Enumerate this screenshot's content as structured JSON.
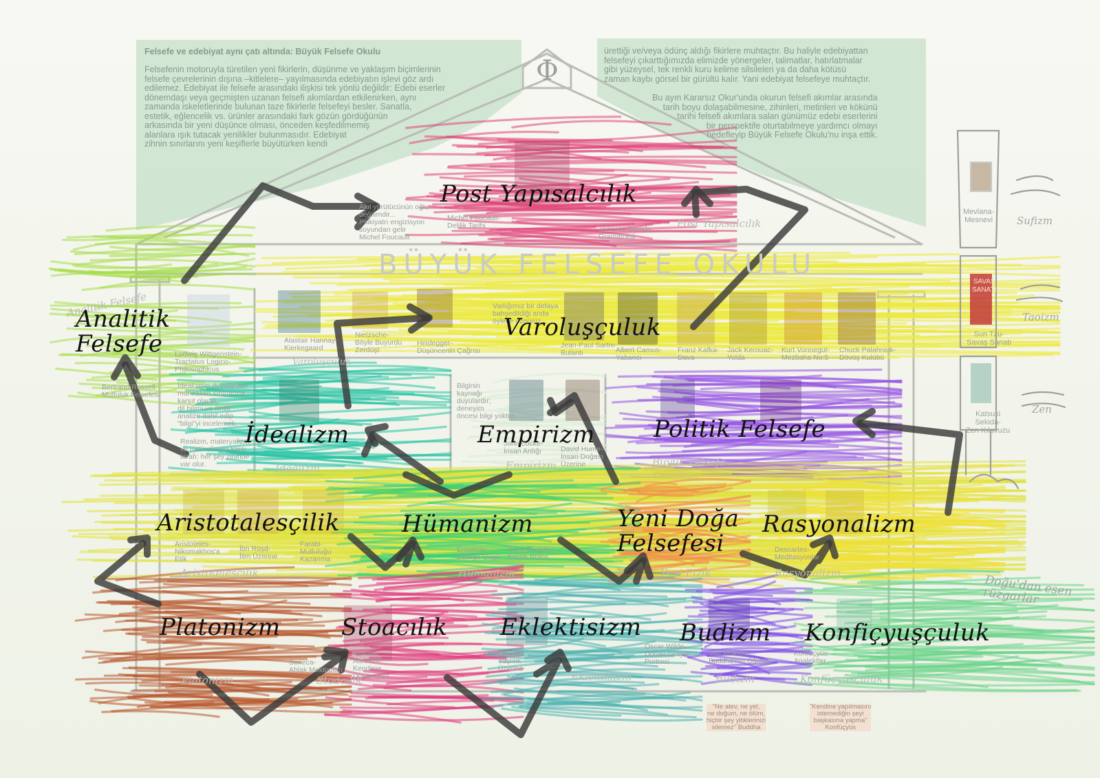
{
  "top_left_panel": {
    "title": "Felsefe ve edebiyat aynı çatı altında: Büyük Felsefe Okulu",
    "body": "Felsefenin motoruyla türetilen yeni fikirlerin, düşünme ve yaklaşım biçimlerinin\nfelsefe çevrelerinin dışına –kitlelere– yayılmasında edebiyatın işlevi göz ardı\nedilemez. Edebiyat ile felsefe arasındaki ilişkisi tek yönlü değildir: Edebi eserler\ndönemdaşı veya geçmişten uzanan felsefi akımlardan etkilenirken, aynı\nzamanda iskeletlerinde bulunan taze fikirlerle felsefeyi besler. Sanatla,\nestetik, eğlencelik vs. ürünler arasındaki fark gözün gördüğünün\narkasında bir yeni düşünce olması, önceden keşfedilmemiş\nalanlara ışık tutacak yenilikler bulunmasıdır. Edebiyat\nzihnin sınırlarını yeni keşiflerle büyütürken kendi"
  },
  "top_right_panel": {
    "body1": "ürettiği ve/veya ödünç aldığı fikirlere muhtaçtır. Bu haliyle edebiyattan\nfelsefeyi çıkarttığımızda elimizde yönergeler, talimatlar, hatırlatmalar\ngibi yüzeysel, tek renkli kuru kelime silsileleri ya da daha kötüsü\nzaman kaybı görsel bir gürültü kalır. Yani edebiyat felsefeye muhtaçtır.",
    "body2": "Bu ayın Kararsız Okur'unda okurun felsefi akımlar arasında\ntarih boyu dolaşabilmesine, zihinleri, metinleri ve kökünü\ntarihi felsefi akımlara salan günümüz edebi eserlerini\nbir perspektife oturtabilmeye yardımcı olmayı\nhedefleyip Büyük Felsefe Okulu'nu inşa ettik."
  },
  "building": {
    "phi": "Φ",
    "title": "BÜYÜK FELSEFE OKULU"
  },
  "schools": [
    {
      "id": "post-yapisalcilik",
      "label": "Post Yapısalcılık",
      "color": "#e0457a"
    },
    {
      "id": "varoluculuk",
      "label": "Varoluşçuluk",
      "color": "#ecea3a"
    },
    {
      "id": "analitik-felsefe",
      "label": "Analitik\nFelsefe",
      "color": "#a6dc4a"
    },
    {
      "id": "idealizm",
      "label": "İdealizm",
      "color": "#26c2a4"
    },
    {
      "id": "empirizm",
      "label": "Empirizm",
      "color": "#d8ecd4"
    },
    {
      "id": "politik-felsefe",
      "label": "Politik Felsefe",
      "color": "#9552e6"
    },
    {
      "id": "aristotalescilik",
      "label": "Aristotalesçilik",
      "color": "#e0e23a"
    },
    {
      "id": "humanizm",
      "label": "Hümanizm",
      "color": "#3cd07a"
    },
    {
      "id": "yeni-doga",
      "label": "Yeni Doğa\nFelsefesi",
      "color": "#f09048"
    },
    {
      "id": "rasyonalizm",
      "label": "Rasyonalizm",
      "color": "#f0e038"
    },
    {
      "id": "platonizm",
      "label": "Platonizm",
      "color": "#b8582e"
    },
    {
      "id": "stoacilik",
      "label": "Stoacılık",
      "color": "#e03c7e"
    },
    {
      "id": "eklektisizm",
      "label": "Eklektisizm",
      "color": "#4ab0b0"
    },
    {
      "id": "budizm",
      "label": "Budizm",
      "color": "#7e4ae8"
    },
    {
      "id": "konficyusculuk",
      "label": "Konfiçyuşçuluk",
      "color": "#6ad488"
    }
  ],
  "side_schools": [
    {
      "word": "Sufizm",
      "book": "Mevlana-\nMesnevi"
    },
    {
      "word": "Taoizm",
      "book": "Sun Tzu-\nSavaş Sanatı"
    },
    {
      "word": "Zen",
      "book": "Katsuki\nSekida-\nZen Kılavuzu"
    }
  ],
  "side_book_cover": "SAVAŞ\nSANATI",
  "wind_note": "Doğu'dan esen\nrüzgarlar",
  "banners": [
    "Analitik Felsefe",
    "Post Yapısalcılık",
    "Varoluşçuluk",
    "İdealizm",
    "Empirizm",
    "Büyük Felsefe",
    "Aristotelesçilik",
    "Hümanizm",
    "Yeni Fizik",
    "Rasyonalizm",
    "Platonizm",
    "Stoacılık",
    "Eklektisizm",
    "Budizm",
    "Konfüçyüsçülük"
  ],
  "books": [
    {
      "id": "kierkegaard",
      "text": "Alastair Hannay-\nKierkegaard"
    },
    {
      "id": "nietzsche",
      "text": "Nietzsche-\nBöyle Buyurdu\nZerdüşt"
    },
    {
      "id": "heidegger",
      "text": "Heidegger-\nDüşüncenin Çağrısı"
    },
    {
      "id": "sartre",
      "text": "Jean-Paul Sartre-\nBulantı"
    },
    {
      "id": "camus",
      "text": "Albert Camus-\nYabancı"
    },
    {
      "id": "kafka",
      "text": "Franz Kafka-\nDava"
    },
    {
      "id": "kerouac",
      "text": "Jack Kerouac-\nYolda"
    },
    {
      "id": "vonnegut",
      "text": "Kurt Vonnegut-\nMezbaha No:5"
    },
    {
      "id": "palahniuk",
      "text": "Chuck Palahniuk-\nDövüş Kulübü"
    },
    {
      "id": "wittgenstein",
      "text": "Ludwig Wittgenstein-\nTractatus Logico-\nPhilosophicus"
    },
    {
      "id": "russell",
      "text": "Bertrand Russell-\nMutluluk Felsefesi"
    },
    {
      "id": "foucault",
      "text": "Michel Foucault-\nDelilik Tarihi"
    },
    {
      "id": "derrida",
      "text": "Jacques Derrida-\nGramatoloji"
    },
    {
      "id": "locke",
      "text": "John Locke-\nİnsan Anlığı"
    },
    {
      "id": "hume",
      "text": "David Hume-\nİnsan Doğası\nÜzerine"
    },
    {
      "id": "aristoteles",
      "text": "Aristoteles-\nNikomakhos'a\nEtik"
    },
    {
      "id": "ibnrusd",
      "text": "İbn Rüşd-\nİlim Üzerine"
    },
    {
      "id": "farabi",
      "text": "Farabi-\nMutluluğu\nKazanma"
    },
    {
      "id": "erasmus",
      "text": "Erasmus-\nDeliliğe Övgü"
    },
    {
      "id": "exupery",
      "text": "Saint-Exupéry-\nKüçük Prens"
    },
    {
      "id": "descartes",
      "text": "Descartes-\nMeditasyonlar"
    },
    {
      "id": "seneca",
      "text": "Seneca-\nAhlak Mektupları"
    },
    {
      "id": "aurelius",
      "text": "Marcus\nAurelius-\nKendime\nDüşünceler"
    },
    {
      "id": "cicero",
      "text": "Cicero-\nYaşlılık\nÜzerine"
    },
    {
      "id": "wilde",
      "text": "Oscar Wilde-\nDorian Gray'in\nPortresi"
    },
    {
      "id": "buddha",
      "text": "The Bhikkhu-\nBuddha'nın Öğretisi"
    },
    {
      "id": "konfucyus",
      "text": "Konfüçyüs-\nAnalektler"
    }
  ],
  "notes": [
    {
      "id": "foucault-quote",
      "text": "Akıl yürütücünün oğlu\ndeğilimdir...\nPsikiyatrı engizisyon\nsoyundan gelir\nMichel Foucault"
    },
    {
      "id": "existential-quote",
      "text": "Varlığımız bir defaya\nbahşedildiği anda\nöylece özgürüz..."
    },
    {
      "id": "idealism-note",
      "text": "İdealizmin duyulardan\nmünezzeh sınırlarına\nkarşıt olarak,\ndil bilimi ve ilintili\nanalize dahil edip\n\"bilgi\"yi incelemek."
    },
    {
      "id": "realism-note",
      "text": "Realizm, materyalizm\nve natüralizmin karşı\ntarafı: her şey zihinde\nvar olur."
    },
    {
      "id": "empiricism-note",
      "text": "Bilginin\nkaynağı\nduyulardır;\ndeneyim\nöncesi bilgi yoktur."
    },
    {
      "id": "buddha-quote",
      "text": "\"Ne atev, ne yel,\nne doğum, ne ölüm,\nhiçbir şey yitiklerinizi\nsilemez\" Buddha"
    },
    {
      "id": "konfucyus-quote",
      "text": "\"Kendine yapılmasını\nistemediğin şeyi\nbaşkasına yapma\"\nKonfüçyüs"
    }
  ]
}
